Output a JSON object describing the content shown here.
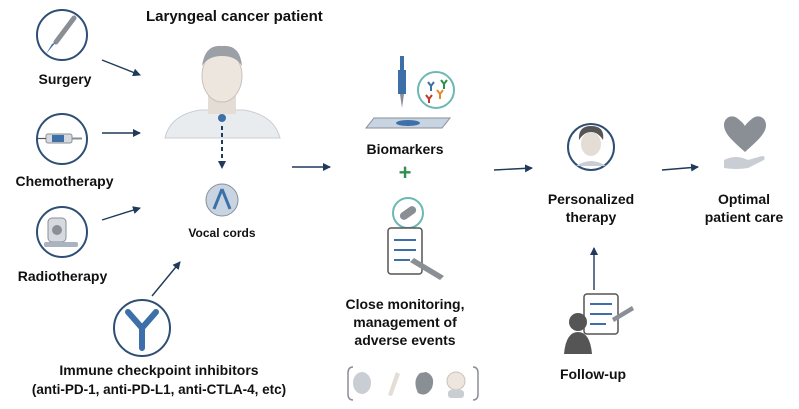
{
  "title": "Laryngeal cancer patient",
  "treatments": {
    "surgery": "Surgery",
    "chemotherapy": "Chemotherapy",
    "radiotherapy": "Radiotherapy",
    "immunotherapy_line1": "Immune checkpoint inhibitors",
    "immunotherapy_line2": "(anti-PD-1, anti-PD-L1, anti-CTLA-4, etc)"
  },
  "vocal_cords": "Vocal cords",
  "biomarkers": "Biomarkers",
  "plus": "+",
  "monitoring": {
    "line1": "Close monitoring,",
    "line2": "management of",
    "line3": "adverse events"
  },
  "personalized": {
    "line1": "Personalized",
    "line2": "therapy"
  },
  "follow_up": "Follow-up",
  "optimal": {
    "line1": "Optimal",
    "line2": "patient care"
  },
  "colors": {
    "arrow": "#1f3a5a",
    "icon_blue": "#3d6fa8",
    "icon_gray": "#8a8f96",
    "icon_light": "#d6dae0",
    "circle_stroke": "#2e4e74",
    "plus_green": "#2f8f4e",
    "teal": "#6bb8b4"
  }
}
